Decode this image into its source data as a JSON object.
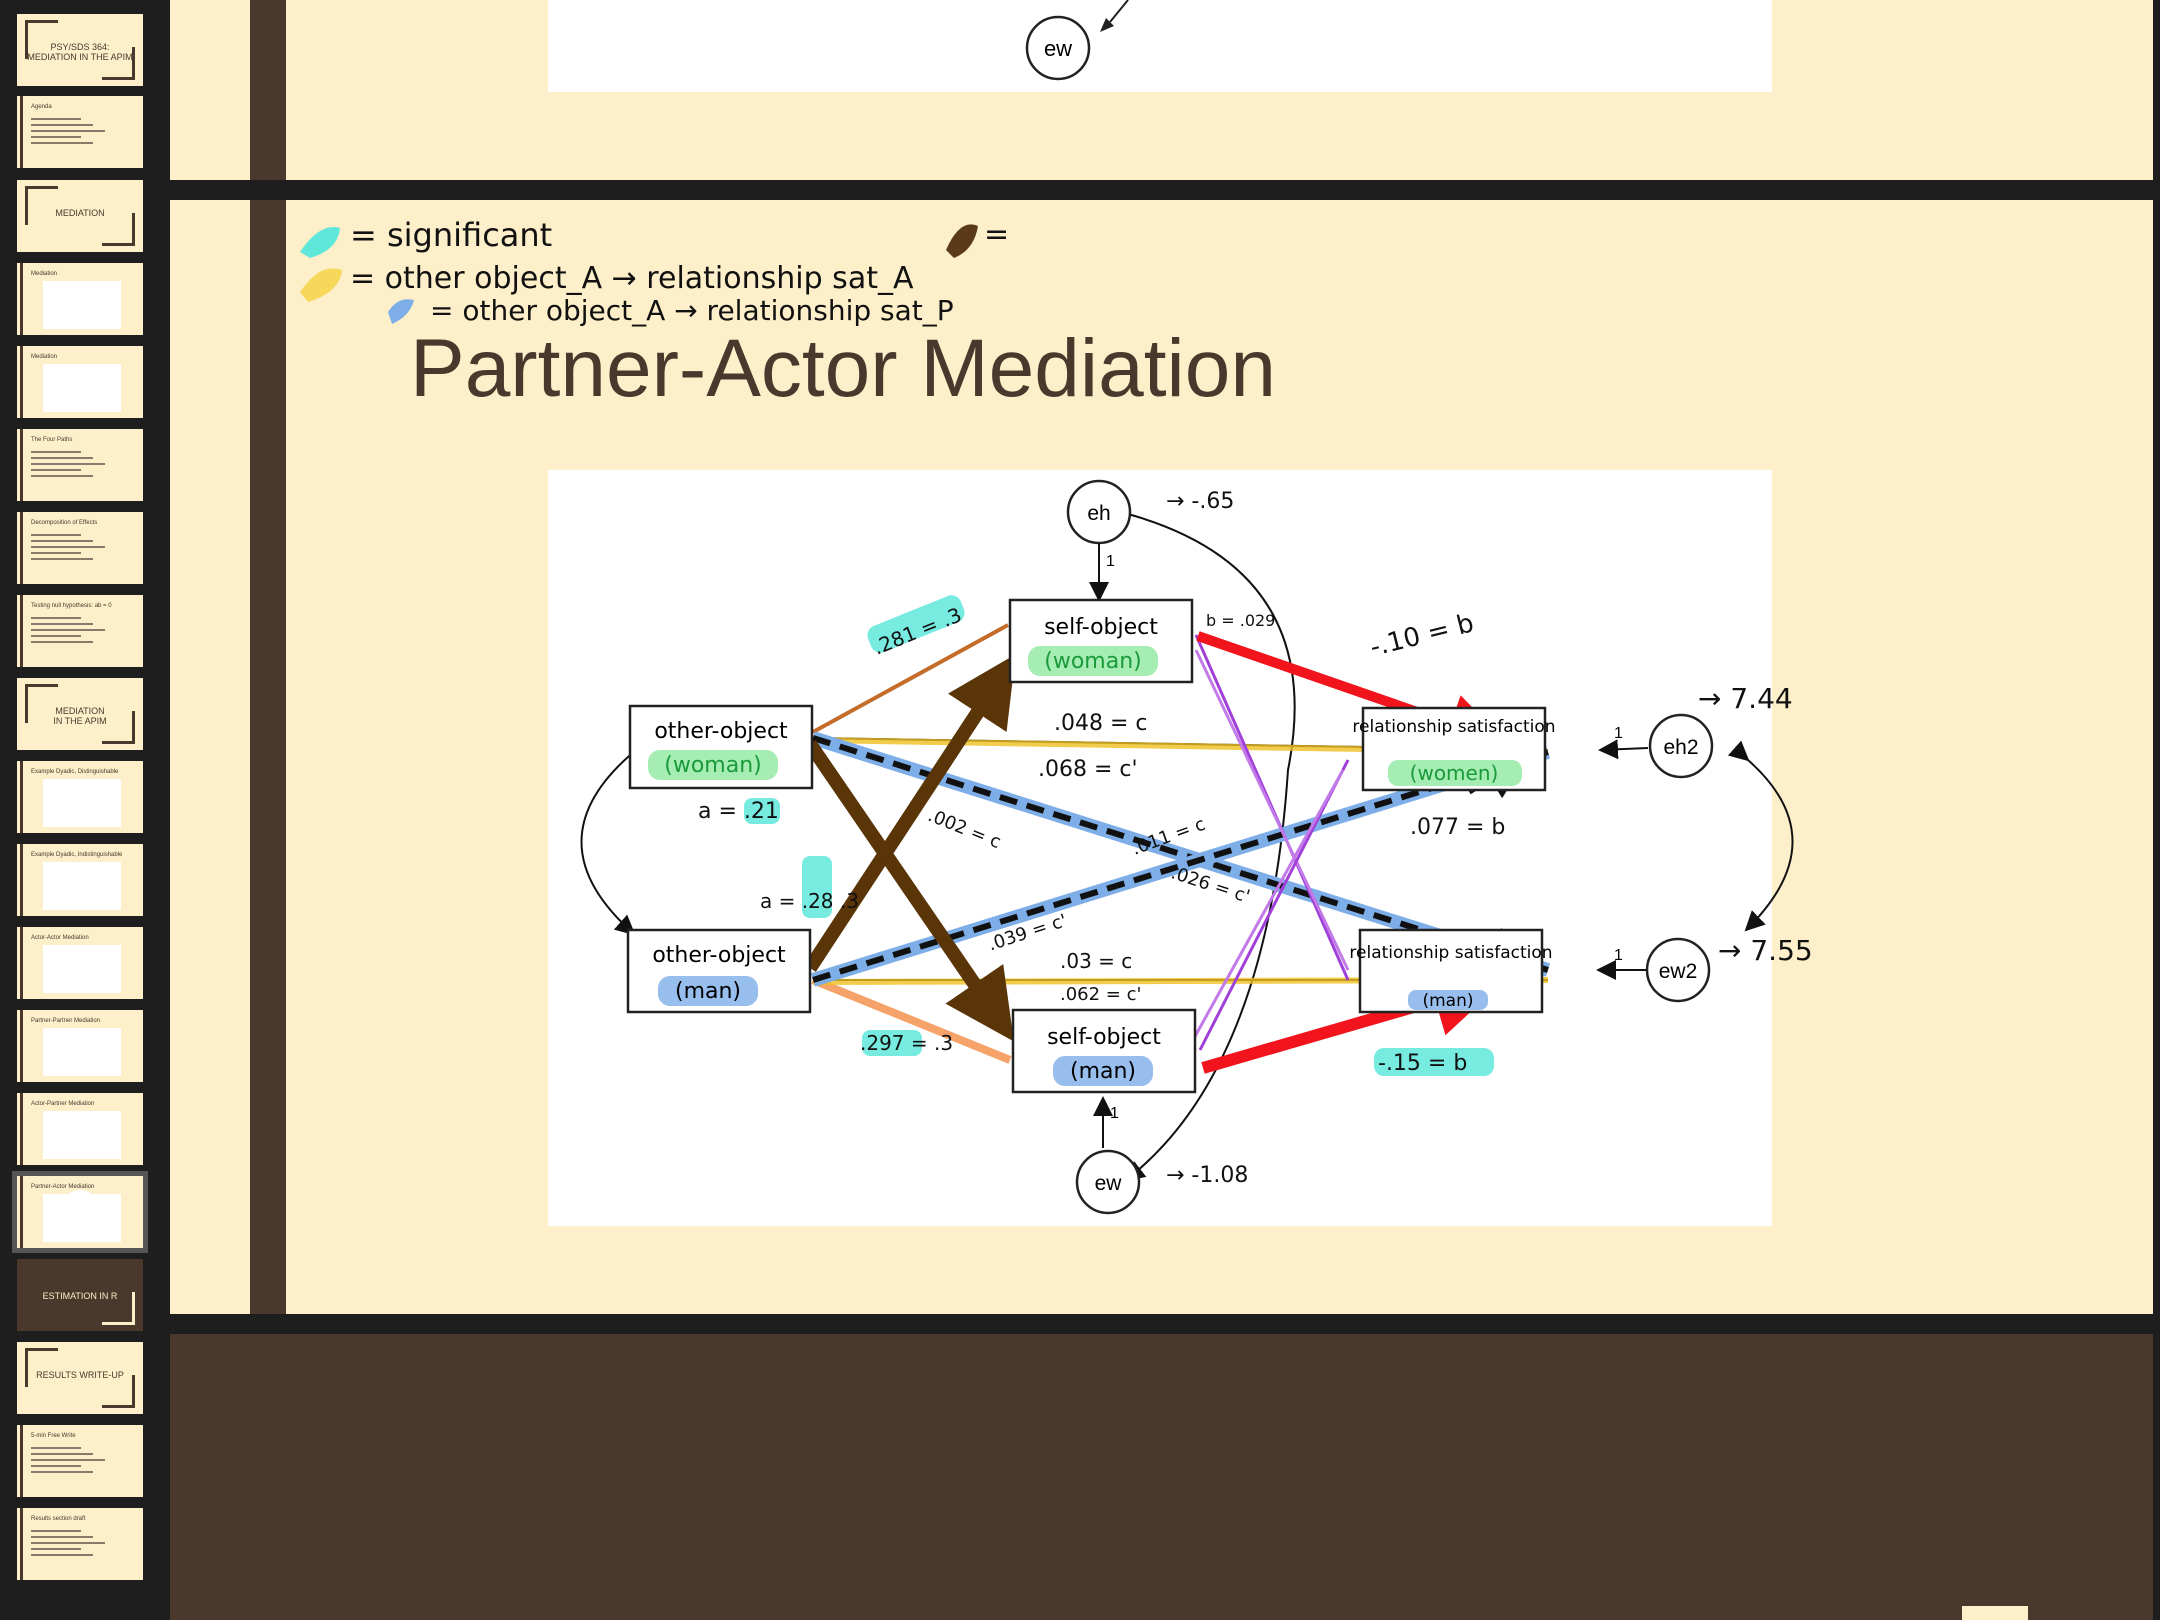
{
  "sidebar": {
    "slides": [
      {
        "title": "PSY/SDS 364:\nMEDIATION IN THE APIM",
        "layout": "section"
      },
      {
        "title": "Agenda",
        "layout": "bullets"
      },
      {
        "title": "MEDIATION",
        "layout": "section"
      },
      {
        "title": "Mediation",
        "layout": "fig"
      },
      {
        "title": "Mediation",
        "layout": "fig"
      },
      {
        "title": "The Four Paths",
        "layout": "bullets"
      },
      {
        "title": "Decomposition of Effects",
        "layout": "bullets"
      },
      {
        "title": "Testing null hypothesis: ab = 0",
        "layout": "bullets"
      },
      {
        "title": "MEDIATION\nIN THE APIM",
        "layout": "section"
      },
      {
        "title": "Example Dyadic, Distinguishable",
        "layout": "fig"
      },
      {
        "title": "Example Dyadic, Indistinguishable",
        "layout": "fig"
      },
      {
        "title": "Actor-Actor Mediation",
        "layout": "fig"
      },
      {
        "title": "Partner-Partner Mediation",
        "layout": "fig"
      },
      {
        "title": "Actor-Partner Mediation",
        "layout": "fig"
      },
      {
        "title": "Partner-Actor Mediation",
        "layout": "fig",
        "selected": true
      },
      {
        "title": "ESTIMATION IN R",
        "layout": "section-dark"
      },
      {
        "title": "RESULTS WRITE-UP",
        "layout": "section"
      },
      {
        "title": "5-min Free Write",
        "layout": "bullets"
      },
      {
        "title": "Results section draft",
        "layout": "bullets"
      }
    ]
  },
  "slide": {
    "title": "Partner-Actor Mediation",
    "legend": {
      "significant": "= significant",
      "yellow": "= other object_A → relationship sat_A",
      "blue": "= other object_A → relationship sat_P",
      "brown": "="
    }
  },
  "diagram": {
    "nodes": {
      "eh": "eh",
      "ew": "ew",
      "eh2": "eh2",
      "ew2": "ew2",
      "oow": "other-object",
      "oow_sub": "(woman)",
      "oom": "other-object",
      "oom_sub": "(man)",
      "sow": "self-object",
      "sow_sub": "(woman)",
      "som": "self-object",
      "som_sub": "(man)",
      "rsw": "relationship satisfaction",
      "rsw_sub": "(women)",
      "rsm": "relationship satisfaction",
      "rsm_sub": "(man)",
      "prev_ew": "ew"
    },
    "fixed_one": "1",
    "annotations": {
      "eh_var": "→ -.65",
      "ew_var": "→ -1.08",
      "eh2_var": "→ 7.44",
      "ew2_var": "→ 7.55",
      "a_w_sow": ".281 = .3",
      "a_w": "a = .21",
      "a_m": "a = .28 .3",
      "a_m_som": ".297 = .3",
      "b_w": "b = .029",
      "b_top": "-.10 = b",
      "b_mid": ".077 = b",
      "b_low": "-.15 = b",
      "c_top": ".048 = c",
      "c1_top": ".068 = c'",
      "c_cross1": ".002 = c",
      "c_cross2": ".011 = c",
      "c_cross3": ".026 = c'",
      "c1_cross": ".039 = c'",
      "c_bot": ".03 = c",
      "c1_bot": ".062 = c'"
    }
  }
}
